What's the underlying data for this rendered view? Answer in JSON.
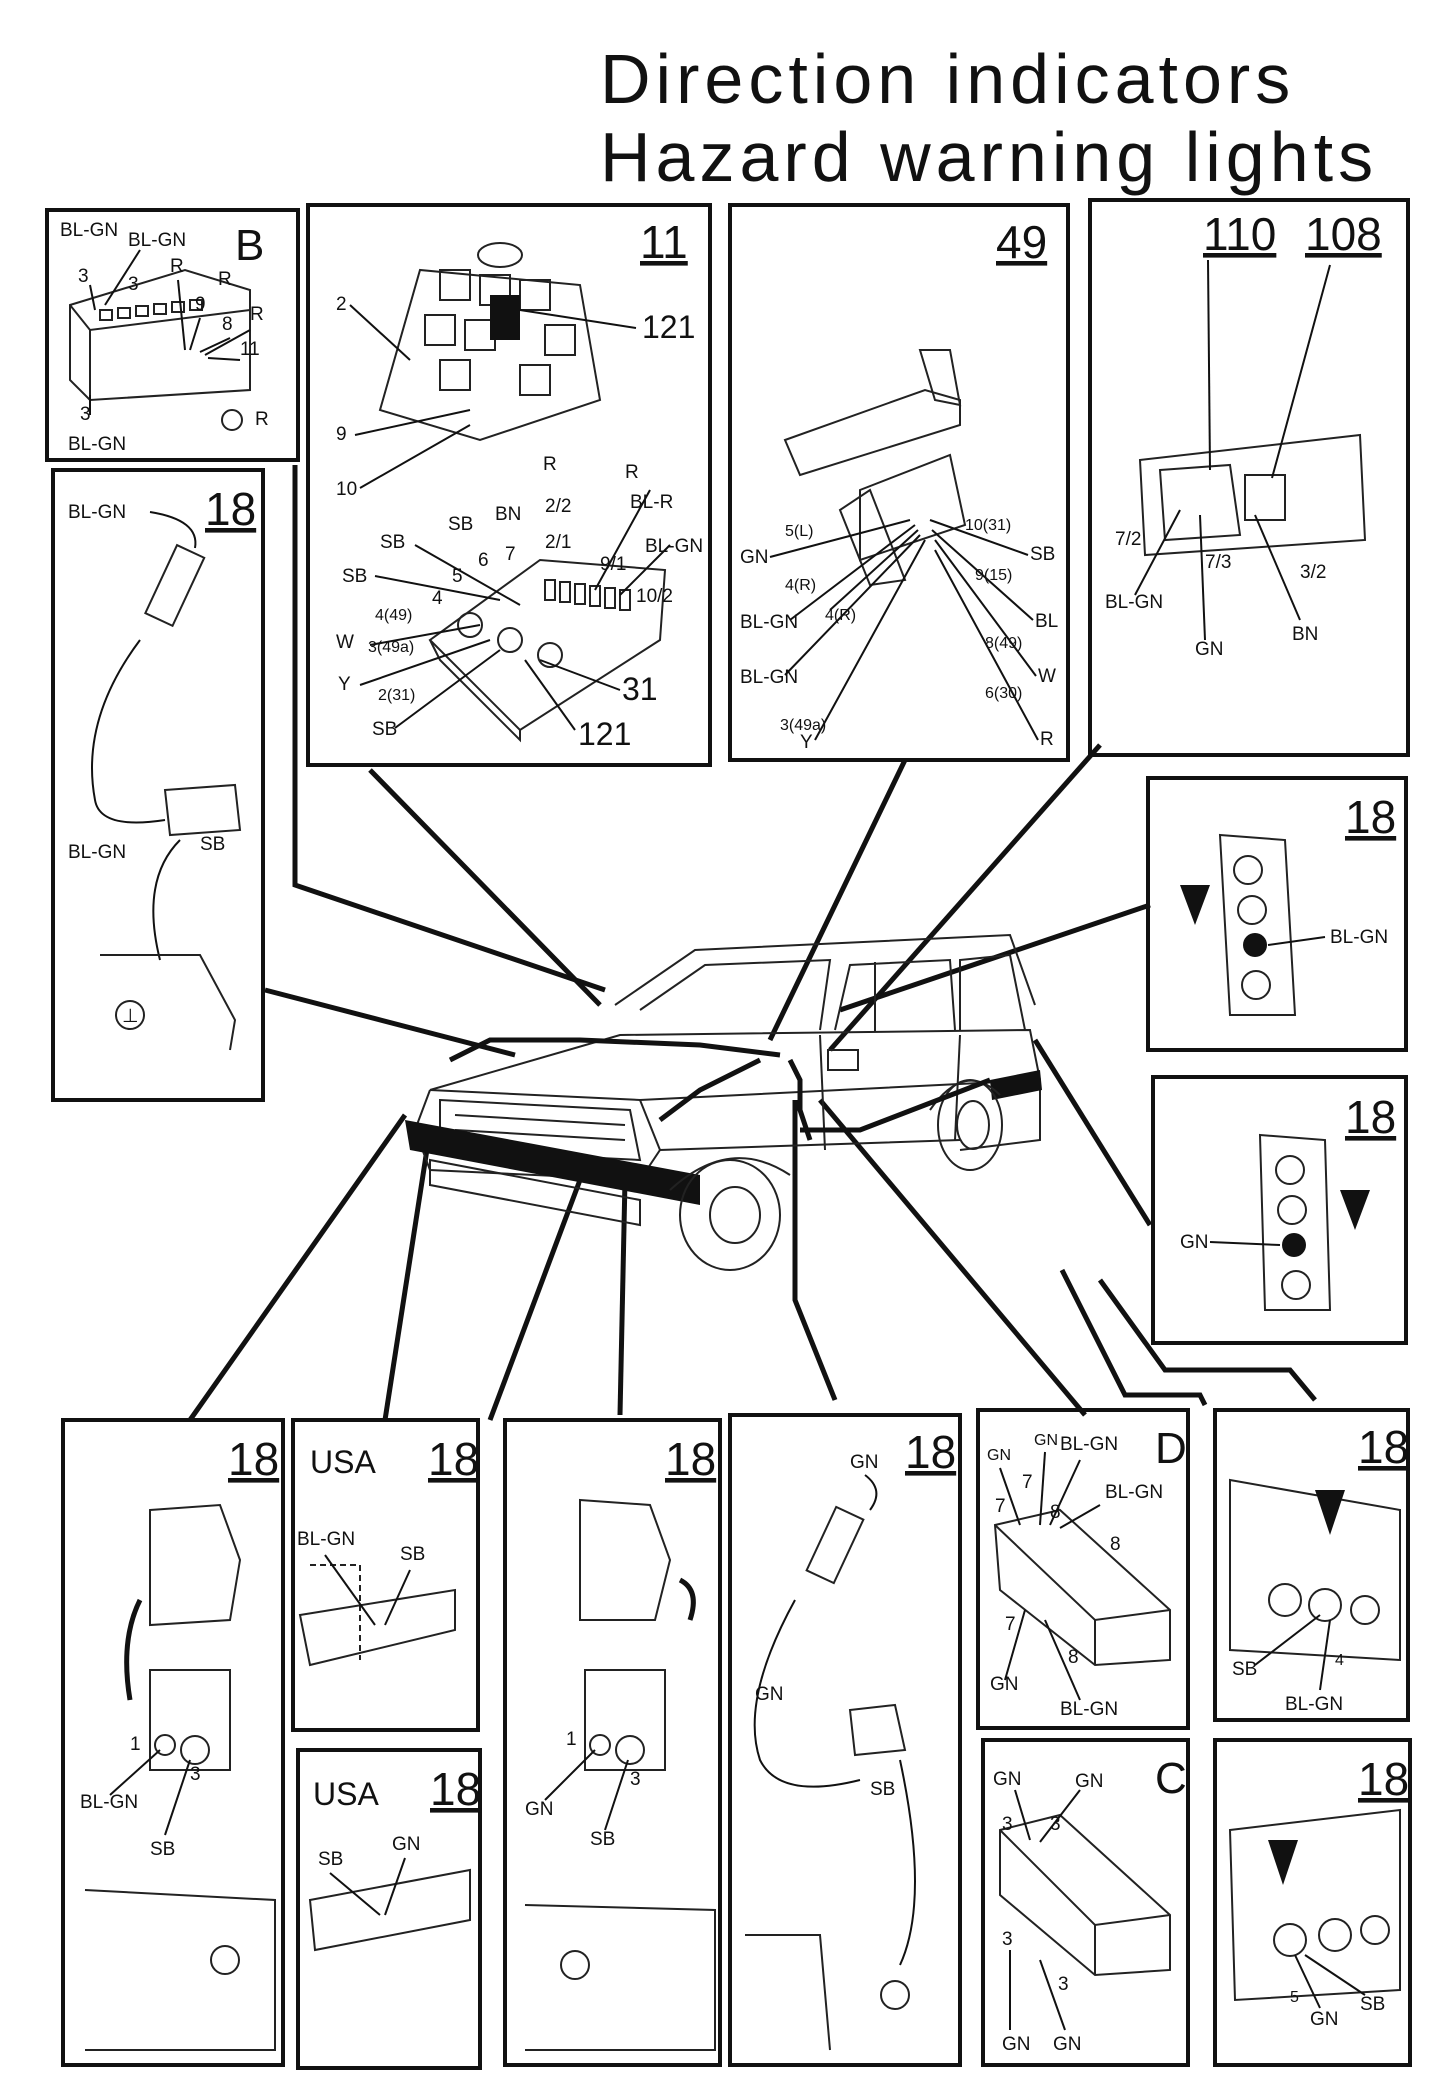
{
  "title": {
    "line1": "Direction indicators",
    "line2": "Hazard warning lights"
  },
  "panels": {
    "B": {
      "id": "B",
      "labels": [
        "BL-GN",
        "BL-GN",
        "3",
        "3",
        "R",
        "9",
        "R",
        "8",
        "R",
        "11",
        "3",
        "BL-GN",
        "R"
      ]
    },
    "p11": {
      "id": "11",
      "labels": [
        "2",
        "121",
        "9",
        "10",
        "R",
        "R",
        "BN",
        "2/2",
        "BL-R",
        "SB",
        "SB",
        "7",
        "2/1",
        "BL-GN",
        "SB",
        "6",
        "5",
        "9/1",
        "4",
        "10/2",
        "4(49)",
        "W",
        "3(49a)",
        "Y",
        "2(31)",
        "SB",
        "31",
        "121"
      ]
    },
    "p49": {
      "id": "49",
      "labels": [
        "5(L)",
        "10(31)",
        "GN",
        "SB",
        "4(R)",
        "9(15)",
        "BL-GN",
        "4(R)",
        "BL",
        "8(49)",
        "BL-GN",
        "W",
        "3(49a)",
        "6(30)",
        "Y",
        "R"
      ]
    },
    "p110_108": {
      "id1": "110",
      "id2": "108",
      "labels": [
        "7/2",
        "7/3",
        "3/2",
        "BL-GN",
        "GN",
        "BN"
      ]
    },
    "left18": {
      "id": "18",
      "labels": [
        "BL-GN",
        "BL-GN",
        "SB"
      ]
    },
    "rt18a": {
      "id": "18",
      "labels": [
        "BL-GN"
      ]
    },
    "rt18b": {
      "id": "18",
      "labels": [
        "GN"
      ]
    },
    "b1": {
      "id": "18",
      "labels": [
        "1",
        "BL-GN",
        "3",
        "SB"
      ]
    },
    "usa1": {
      "region": "USA",
      "id": "18",
      "labels": [
        "BL-GN",
        "SB"
      ]
    },
    "usa2": {
      "region": "USA",
      "id": "18",
      "labels": [
        "SB",
        "GN"
      ]
    },
    "b3": {
      "id": "18",
      "labels": [
        "1",
        "3",
        "GN",
        "SB"
      ]
    },
    "b4": {
      "id": "18",
      "labels": [
        "GN",
        "GN",
        "SB"
      ]
    },
    "D": {
      "id": "D",
      "labels": [
        "GN",
        "GN",
        "BL-GN",
        "7",
        "7",
        "8",
        "BL-GN",
        "8",
        "7",
        "GN",
        "8",
        "BL-GN"
      ]
    },
    "C": {
      "id": "C",
      "labels": [
        "GN",
        "GN",
        "3",
        "3",
        "3",
        "3",
        "GN",
        "GN"
      ]
    },
    "r18c": {
      "id": "18",
      "labels": [
        "SB",
        "4",
        "BL-GN"
      ]
    },
    "r18d": {
      "id": "18",
      "labels": [
        "5",
        "GN",
        "SB"
      ]
    }
  }
}
